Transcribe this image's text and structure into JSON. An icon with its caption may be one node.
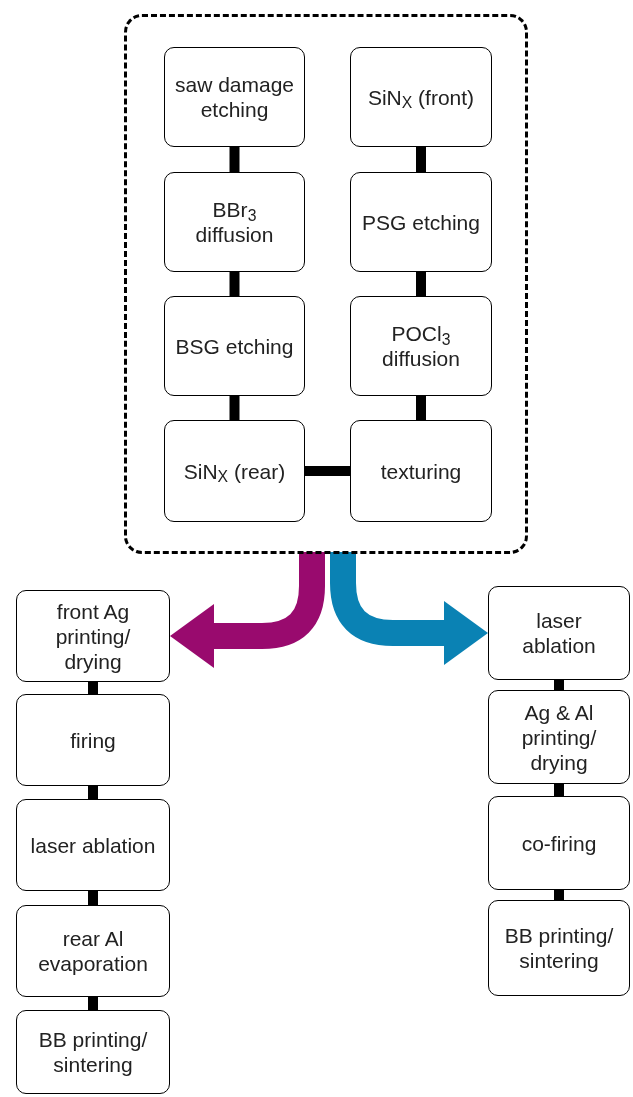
{
  "diagram": {
    "nodes": [
      {
        "text": [],
        "shape": "box"
      },
      {
        "text": [
          "saw damage etching"
        ],
        "in": 0
      },
      {
        "text": [
          "SiN$_{X}$ (front)"
        ],
        "in": 0
      },
      {
        "text": [
          "BBr$_{3}$ diffusion"
        ],
        "in": 0
      },
      {
        "text": [
          "PSG etching"
        ],
        "in": 0
      },
      {
        "text": [
          "BSG etching"
        ],
        "in": 0
      },
      {
        "text": [
          "POCl$_{3}$ diffusion"
        ],
        "in": 0
      },
      {
        "text": [
          "SiN$_{X}$ (rear)"
        ],
        "in": 0
      },
      {
        "text": [
          "texturing"
        ],
        "in": 0
      },
      {
        "text": [
          "front Ag printing/ drying"
        ]
      },
      {
        "text": [
          "firing"
        ]
      },
      {
        "text": [
          "laser ablation"
        ]
      },
      {
        "text": [
          "rear Al evaporation"
        ]
      },
      {
        "text": [
          "BB printing/ sintering"
        ]
      },
      {
        "text": [
          "laser ablation"
        ]
      },
      {
        "text": [
          "Ag & Al printing/ drying"
        ]
      },
      {
        "text": [
          "co-firing"
        ]
      },
      {
        "text": [
          "BB printing/ sintering"
        ]
      }
    ],
    "edges": [
      {
        "from": 1,
        "to": 3,
        "arrow": "none"
      },
      {
        "from": 3,
        "to": 5,
        "arrow": "none"
      },
      {
        "from": 5,
        "to": 7,
        "arrow": "none"
      },
      {
        "from": 7,
        "to": 8,
        "arrow": "none"
      },
      {
        "from": 8,
        "to": 6,
        "arrow": "none"
      },
      {
        "from": 6,
        "to": 4,
        "arrow": "none"
      },
      {
        "from": 4,
        "to": 2,
        "arrow": "none"
      },
      {
        "from": 0,
        "to": 9,
        "arrow": "to",
        "style": "thick",
        "color": "#990a6e"
      },
      {
        "from": 0,
        "to": 14,
        "arrow": "to",
        "style": "thick",
        "color": "#0a82b4"
      },
      {
        "from": 9,
        "to": 10,
        "arrow": "none"
      },
      {
        "from": 10,
        "to": 11,
        "arrow": "none"
      },
      {
        "from": 11,
        "to": 12,
        "arrow": "none"
      },
      {
        "from": 12,
        "to": 13,
        "arrow": "none"
      },
      {
        "from": 14,
        "to": 15,
        "arrow": "none"
      },
      {
        "from": 15,
        "to": 16,
        "arrow": "none"
      },
      {
        "from": 16,
        "to": 17,
        "arrow": "none"
      }
    ]
  }
}
